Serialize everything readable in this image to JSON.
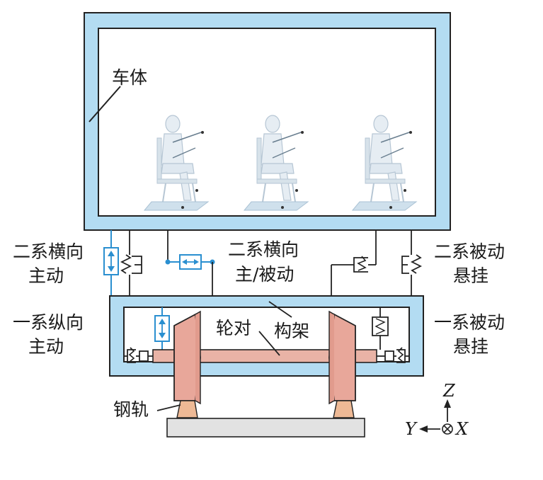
{
  "labels": {
    "car_body": "车体",
    "secondary_lateral_active_l1": "二系横向",
    "secondary_lateral_active_l2": "主动",
    "secondary_lateral_active_passive_l1": "二系横向",
    "secondary_lateral_active_passive_l2": "主/被动",
    "secondary_passive_right_l1": "二系被动",
    "secondary_passive_right_l2": "悬挂",
    "primary_longitudinal_active_l1": "一系纵向",
    "primary_longitudinal_active_l2": "主动",
    "wheelset": "轮对",
    "bogie_frame": "构架",
    "primary_passive_right_l1": "一系被动",
    "primary_passive_right_l2": "悬挂",
    "rail": "钢轨"
  },
  "axes": {
    "z": "Z",
    "y": "Y",
    "x": "X"
  },
  "colors": {
    "frame_blue": "#b3dcf2",
    "actuator_blue": "#2a8fd0",
    "wheel_salmon": "#e8a79a",
    "axle_salmon": "#e9b3a6",
    "rail_orange": "#eeb995",
    "ground": "#e2e2e2",
    "line": "#222222"
  }
}
